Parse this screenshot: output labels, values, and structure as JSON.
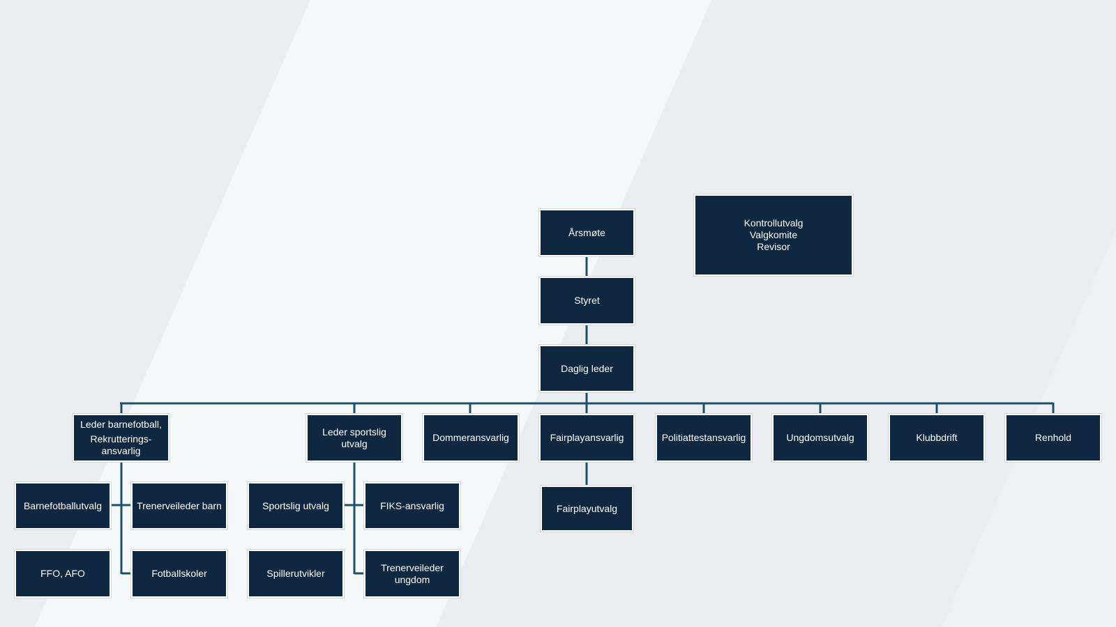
{
  "colors": {
    "box": "#0f2740",
    "connector": "#1d4f6b",
    "background": "#ebeef1",
    "band": "#f5f8f9"
  },
  "nodes": {
    "arsmote": "Årsmøte",
    "styret": "Styret",
    "daglig_leder": "Daglig leder",
    "control": {
      "line1": "Kontrollutvalg",
      "line2": "Valgkomite",
      "line3": "Revisor"
    },
    "leder_barnefotball": {
      "line1": "Leder barnefotball,",
      "line2": "Rekrutterings-",
      "line3": "ansvarlig"
    },
    "leder_sportslig": {
      "line1": "Leder sportslig",
      "line2": "utvalg"
    },
    "dommeransvarlig": "Dommeransvarlig",
    "fairplayansvarlig": "Fairplayansvarlig",
    "politiattestansvarlig": "Politiattestansvarlig",
    "ungdomsutvalg": "Ungdomsutvalg",
    "klubbdrift": "Klubbdrift",
    "renhold": "Renhold",
    "barnefotballutvalg": "Barnefotballutvalg",
    "trenerveileder_barn": "Trenerveileder barn",
    "ffo_afo": "FFO, AFO",
    "fotballskoler": "Fotballskoler",
    "sportslig_utvalg": "Sportslig utvalg",
    "fiks_ansvarlig": "FIKS-ansvarlig",
    "spillerutvikler": "Spillerutvikler",
    "trenerveileder_ungdom": {
      "line1": "Trenerveileder",
      "line2": "ungdom"
    },
    "fairplayutvalg": "Fairplayutvalg"
  }
}
